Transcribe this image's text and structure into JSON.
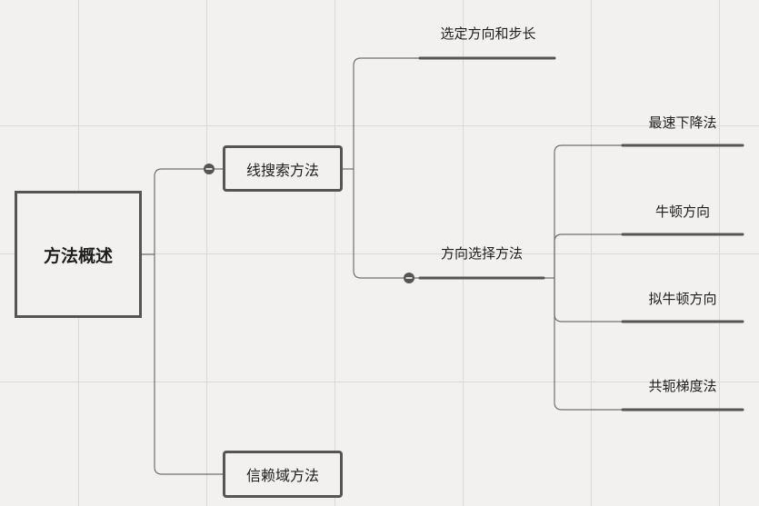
{
  "mindmap": {
    "root": {
      "label": "方法概述"
    },
    "branches": [
      {
        "label": "线搜索方法",
        "collapsed": false,
        "children": [
          {
            "label": "选定方向和步长"
          },
          {
            "label": "方向选择方法",
            "collapsed": false,
            "children": [
              {
                "label": "最速下降法"
              },
              {
                "label": "牛顿方向"
              },
              {
                "label": "拟牛顿方向"
              },
              {
                "label": "共轭梯度法"
              }
            ]
          }
        ]
      },
      {
        "label": "信赖域方法"
      }
    ]
  },
  "colors": {
    "background": "#f2f1ef",
    "grid": "#d9d8d6",
    "line": "#707070",
    "underline": "#555555",
    "collapse_dot": "#555555"
  }
}
